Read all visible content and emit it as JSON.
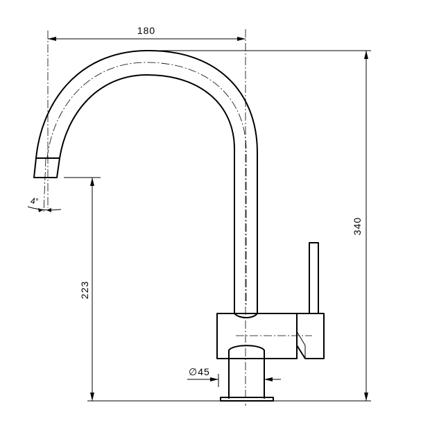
{
  "drawing": {
    "dimensions": {
      "spout_reach": "180",
      "total_height": "340",
      "spout_height": "223",
      "base_diameter": "∅45",
      "spout_angle": "4°"
    }
  }
}
